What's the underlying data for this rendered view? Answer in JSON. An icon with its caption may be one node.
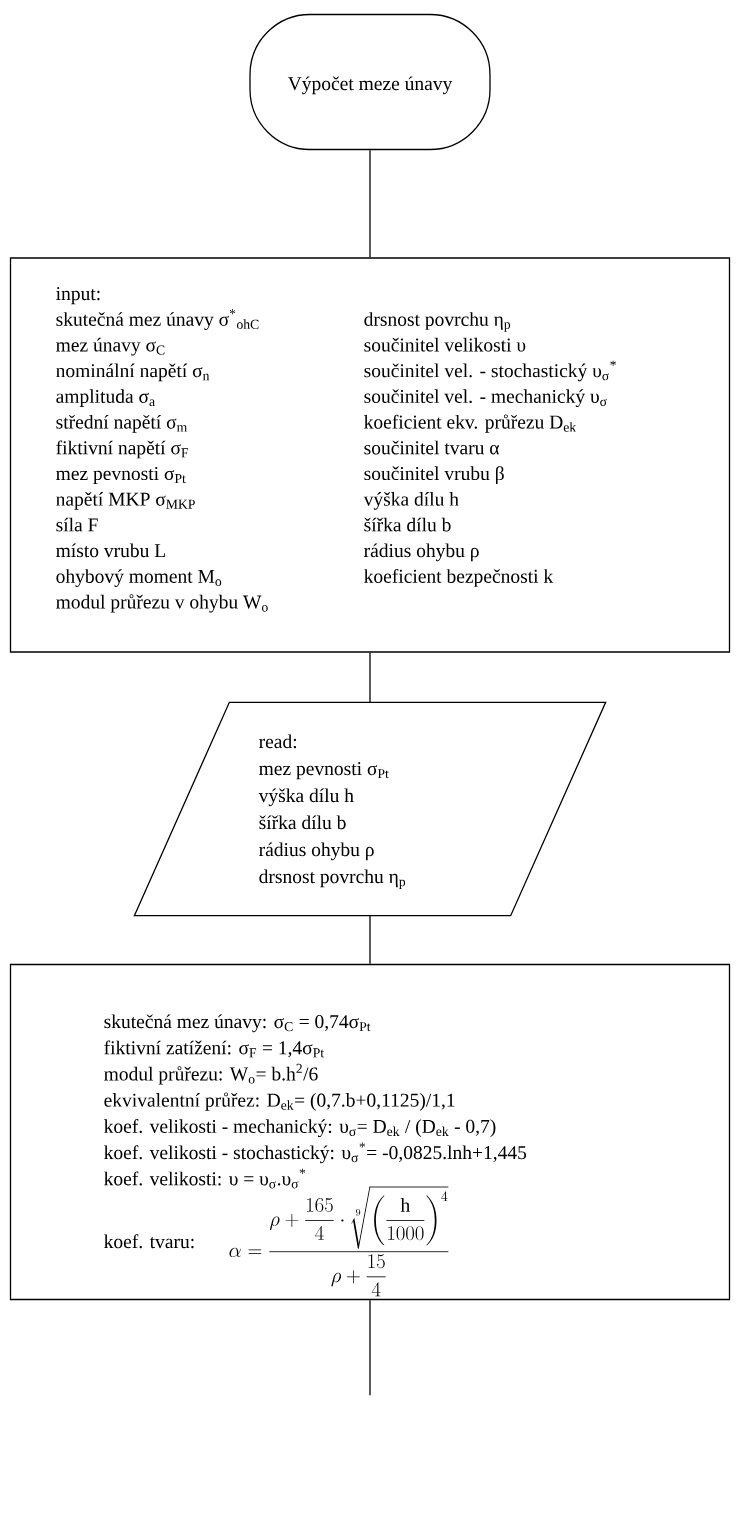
{
  "diagram": {
    "nodes": [
      {
        "text": [
          "Výpočet meze únavy"
        ]
      },
      {
        "text": [
          "input:",
          "skutečná mez únavy σ$^{*}$$_{ohC}$",
          "mez únavy σ$_{C}$",
          "nominální napětí σ$_{n}$",
          "amplituda σ$_{a}$",
          "střední napětí σ$_{m}$",
          "fiktivní napětí σ$_{F}$",
          "mez pevnosti σ$_{Pt}$",
          "napětí MKP σ$_{MKP}$",
          "síla F",
          "místo vrubu L",
          "ohybový moment M$_{o}$",
          "modul průřezu v ohybu W$_{o}$",
          "drsnost povrchu η$_{p}$",
          "součinitel velikosti υ",
          "součinitel vel. - stochastický υ$_{σ}$$^{*}$",
          "součinitel vel. - mechanický υ$_{σ}$",
          "koeficient ekv. průřezu D$_{ek}$",
          "součinitel tvaru α",
          "součinitel vrubu β",
          "výška dílu h",
          "šířka dílu b",
          "rádius ohybu ρ",
          "koeficient bezpečnosti k"
        ]
      },
      {
        "text": [
          "read:",
          "mez pevnosti σ$_{Pt}$",
          "výška dílu h",
          "šířka dílu b",
          "rádius ohybu ρ",
          "drsnost povrchu η$_{p}$"
        ]
      },
      {
        "text": [
          "skutečná mez únavy: σ$_{C}$ = 0,74σ$_{Pt}$",
          "fiktivní zatížení: σ$_{F}$ = 1,4σ$_{Pt}$",
          "modul průřezu: W$_{o}$= b.h$^{2}$/6",
          "ekvivalentní průřez: D$_{ek}$= (0,7.b+0,1125)/1,1",
          "koef. velikosti - mechanický: υ$_{σ}$= D$_{ek}$ / (D$_{ek}$ - 0,7)",
          "koef. velikosti - stochastický: υ$_{σ}$$^{*}$= -0,0825.lnh+1,445",
          "koef. velikosti: υ = υ$_{σ}$.υ$_{σ}$$^{*}$",
          "koef. tvaru:",
          "\\alpha = \\dfrac{\\rho + \\dfrac{165}{4}\\cdot\\sqrt[9]{\\left(\\dfrac{\\mathrm{h}}{1000}\\right)^{4}}}{\\rho + \\dfrac{15}{4}}"
        ]
      }
    ],
    "edges": [
      {
        "from": 0,
        "to": 1,
        "arrow": "none"
      },
      {
        "from": 1,
        "to": 2,
        "arrow": "none"
      },
      {
        "from": 2,
        "to": 3,
        "arrow": "none"
      },
      {
        "from": 3,
        "to": null,
        "arrow": "none"
      }
    ]
  }
}
